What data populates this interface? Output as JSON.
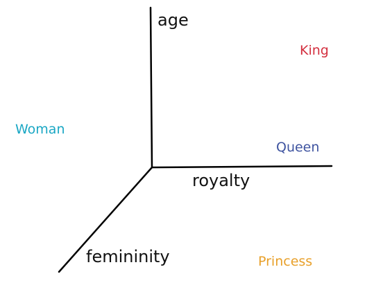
{
  "axes": {
    "age": "age",
    "royalty": "royalty",
    "femininity": "femininity"
  },
  "words": {
    "king": {
      "label": "King",
      "color": "#d32f3f"
    },
    "woman": {
      "label": "Woman",
      "color": "#1aa7c4"
    },
    "queen": {
      "label": "Queen",
      "color": "#3f54a0"
    },
    "princess": {
      "label": "Princess",
      "color": "#e8a02a"
    }
  }
}
